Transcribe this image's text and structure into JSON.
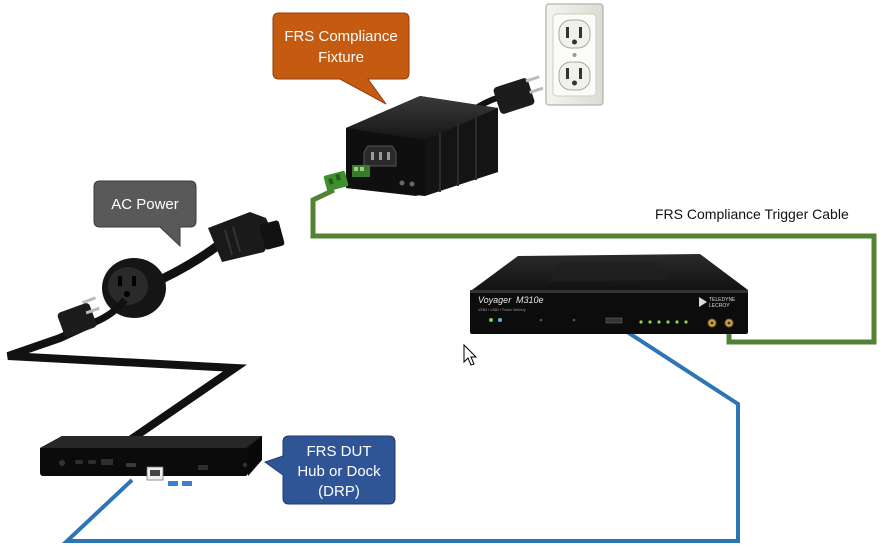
{
  "callouts": {
    "fixture": {
      "line1": "FRS Compliance",
      "line2": "Fixture"
    },
    "ac_power": {
      "line1": "AC Power"
    },
    "dut": {
      "line1": "FRS DUT",
      "line2": "Hub or Dock",
      "line3": "(DRP)"
    }
  },
  "cables": {
    "trigger_label": "FRS Compliance Trigger Cable"
  },
  "analyzer": {
    "model_prefix": "Voyager",
    "model": "M310e",
    "subtitle": "USB3 / USB2 / Power Delivery",
    "brand_line1": "TELEDYNE",
    "brand_line2": "LECROY"
  },
  "colors": {
    "fixture_callout": "#c55a11",
    "ac_callout": "#595959",
    "dut_callout": "#2f5597",
    "trigger_cable": "#548235",
    "usb_cable": "#2e75b6",
    "power_cable": "#111111"
  }
}
